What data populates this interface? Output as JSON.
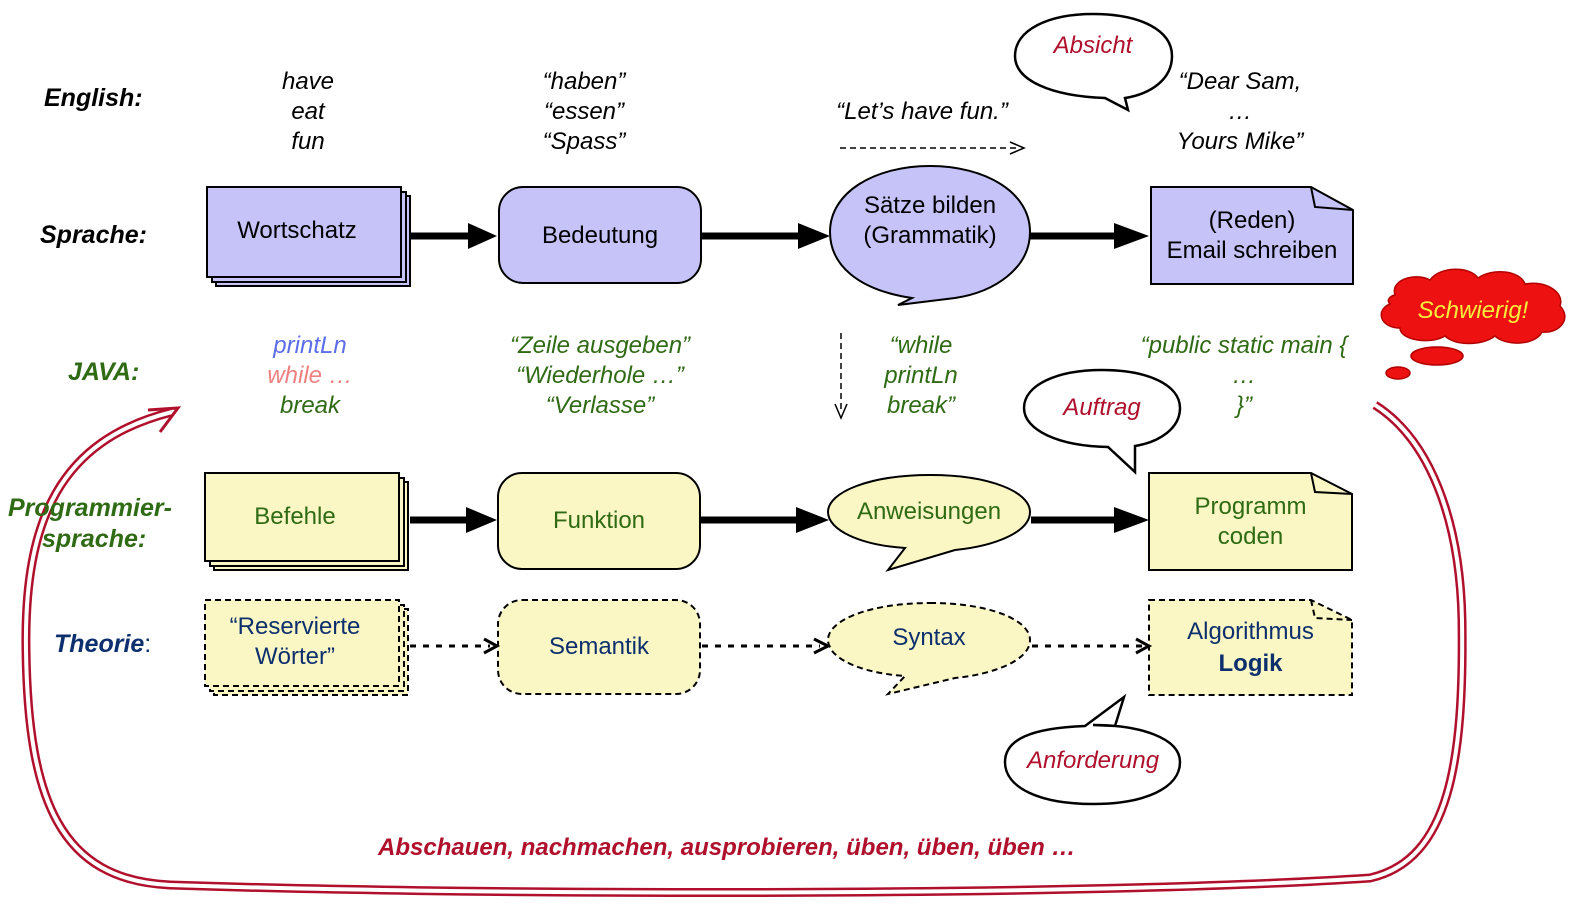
{
  "rows": {
    "english_label": "English:",
    "sprache_label": "Sprache:",
    "java_label": "JAVA:",
    "prog_label_1": "Programmier-",
    "prog_label_2": "sprache:",
    "theorie_label": "Theorie",
    "theorie_colon": ":"
  },
  "english": {
    "col1": [
      "have",
      "eat",
      "fun"
    ],
    "col2": [
      "“haben”",
      "“essen”",
      "“Spass”"
    ],
    "col3": "“Let’s have fun.”",
    "col4": [
      "“Dear Sam,",
      "…",
      "Yours Mike”"
    ]
  },
  "sprache": {
    "wortschatz": "Wortschatz",
    "bedeutung": "Bedeutung",
    "saetze_1": "Sätze bilden",
    "saetze_2": "(Grammatik)",
    "email_1": "(Reden)",
    "email_2": "Email schreiben"
  },
  "java": {
    "col1": [
      "printLn",
      "while …",
      "break"
    ],
    "col2": [
      "“Zeile ausgeben”",
      "“Wiederhole …”",
      "“Verlasse”"
    ],
    "col3": [
      "“while",
      "printLn",
      "break”"
    ],
    "col4": [
      "“public static main {",
      "…",
      "}”"
    ]
  },
  "programmiersprache": {
    "befehle": "Befehle",
    "funktion": "Funktion",
    "anweisungen": "Anweisungen",
    "programm_1": "Programm",
    "programm_2": "coden"
  },
  "theorie": {
    "woerter_1": "“Reservierte",
    "woerter_2": "Wörter”",
    "semantik": "Semantik",
    "syntax": "Syntax",
    "algo_1": "Algorithmus",
    "algo_2": "Logik"
  },
  "callouts": {
    "absicht": "Absicht",
    "auftrag": "Auftrag",
    "anforderung": "Anforderung",
    "schwierig": "Schwierig!"
  },
  "footer": "Abschauen, nachmachen, ausprobieren, üben, üben, üben …",
  "colors": {
    "purple_fill": "#c5c3f7",
    "yellow_fill": "#faf7c4",
    "green_text": "#2f6a14",
    "blue_text": "#0d2f6e",
    "red_text": "#b0102c",
    "java_println": "#5b6ee8",
    "java_while": "#f08080",
    "cloud_red": "#ee1111",
    "cloud_text": "#f7ee3c"
  }
}
